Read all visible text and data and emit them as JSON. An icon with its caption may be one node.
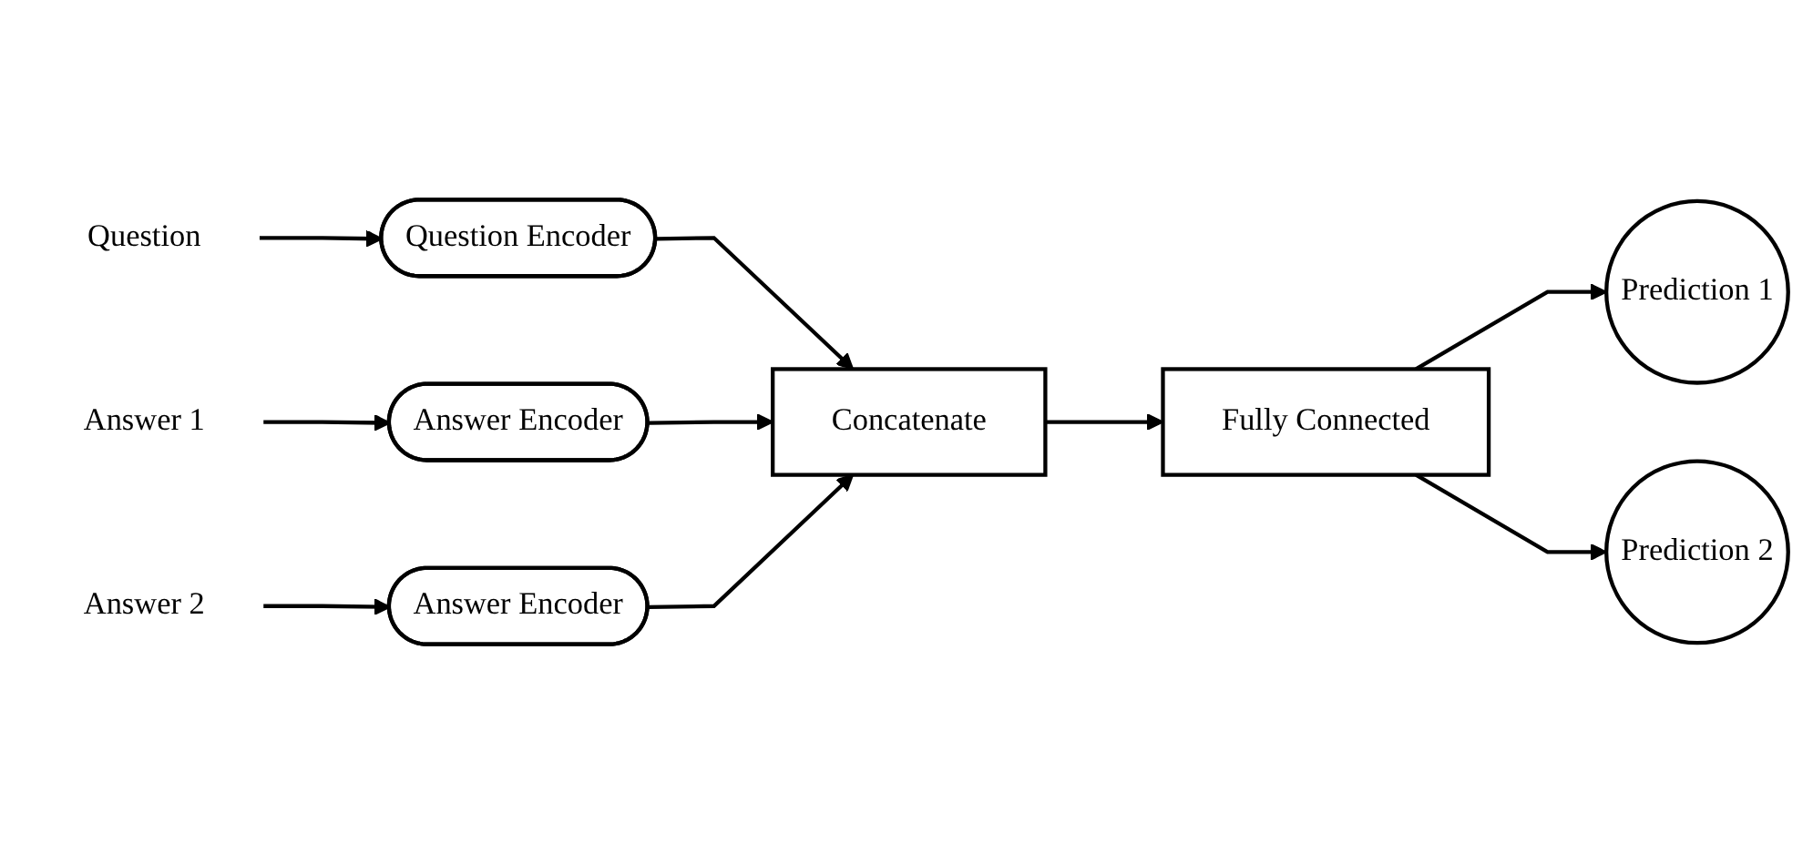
{
  "diagram": {
    "nodes": [
      {
        "text": [
          "Question"
        ]
      },
      {
        "text": [
          "Question Encoder"
        ]
      },
      {
        "text": [
          "Answer 1"
        ]
      },
      {
        "text": [
          "Answer Encoder"
        ]
      },
      {
        "text": [
          "Answer 2"
        ]
      },
      {
        "text": [
          "Answer Encoder"
        ]
      },
      {
        "text": [
          "Concatenate"
        ]
      },
      {
        "text": [
          "Fully Connected"
        ]
      },
      {
        "text": [
          "Prediction 1"
        ]
      },
      {
        "text": [
          "Prediction 2"
        ]
      }
    ],
    "edges": [
      {
        "from": 0,
        "to": 1,
        "arrow": "to"
      },
      {
        "from": 2,
        "to": 3,
        "arrow": "to"
      },
      {
        "from": 4,
        "to": 5,
        "arrow": "to"
      },
      {
        "from": 1,
        "to": 6,
        "arrow": "to"
      },
      {
        "from": 3,
        "to": 6,
        "arrow": "to"
      },
      {
        "from": 5,
        "to": 6,
        "arrow": "to"
      },
      {
        "from": 6,
        "to": 7,
        "arrow": "to"
      },
      {
        "from": 7,
        "to": 8,
        "arrow": "to"
      },
      {
        "from": 7,
        "to": 9,
        "arrow": "to"
      }
    ]
  }
}
